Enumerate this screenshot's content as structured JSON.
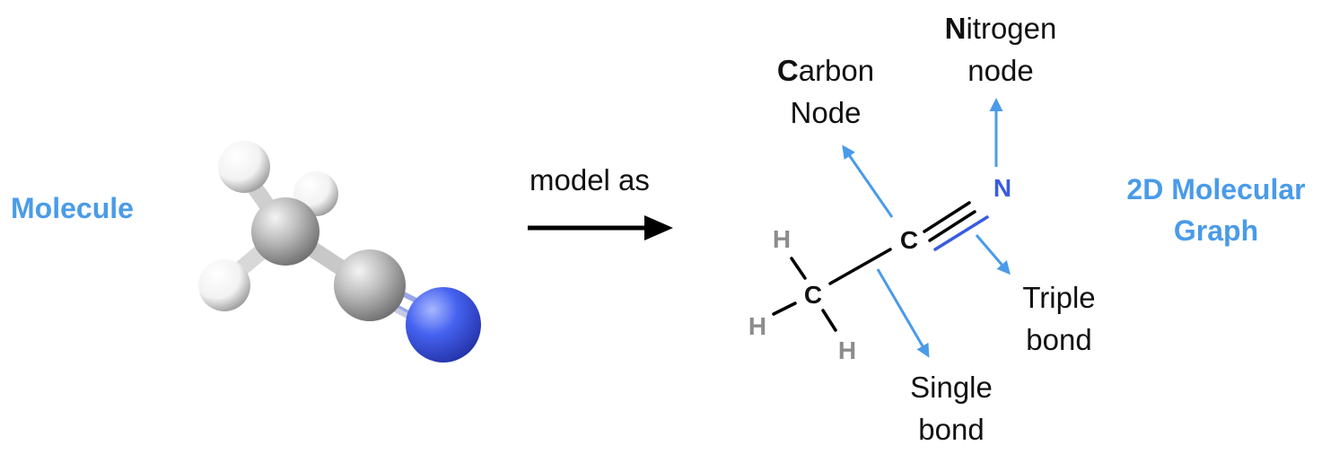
{
  "left_label": "Molecule",
  "arrow_label": "model as",
  "right_label_line1": "2D Molecular",
  "right_label_line2": "Graph",
  "carbon_label": {
    "initial": "C",
    "rest_line1": "arbon",
    "line2": "Node"
  },
  "nitrogen_label": {
    "initial": "N",
    "rest_line1": "itrogen",
    "line2": "node"
  },
  "triple_label": {
    "line1": "Triple",
    "line2": "bond"
  },
  "single_label": {
    "line1": "Single",
    "line2": "bond"
  },
  "atoms": {
    "carbon": "C",
    "nitrogen": "N",
    "hydrogen": "H"
  },
  "colors": {
    "accent_blue": "#4a9be8",
    "nitrogen_blue": "#3a5be0",
    "hydrogen_gray": "#8c8c8c",
    "text": "#111111"
  }
}
